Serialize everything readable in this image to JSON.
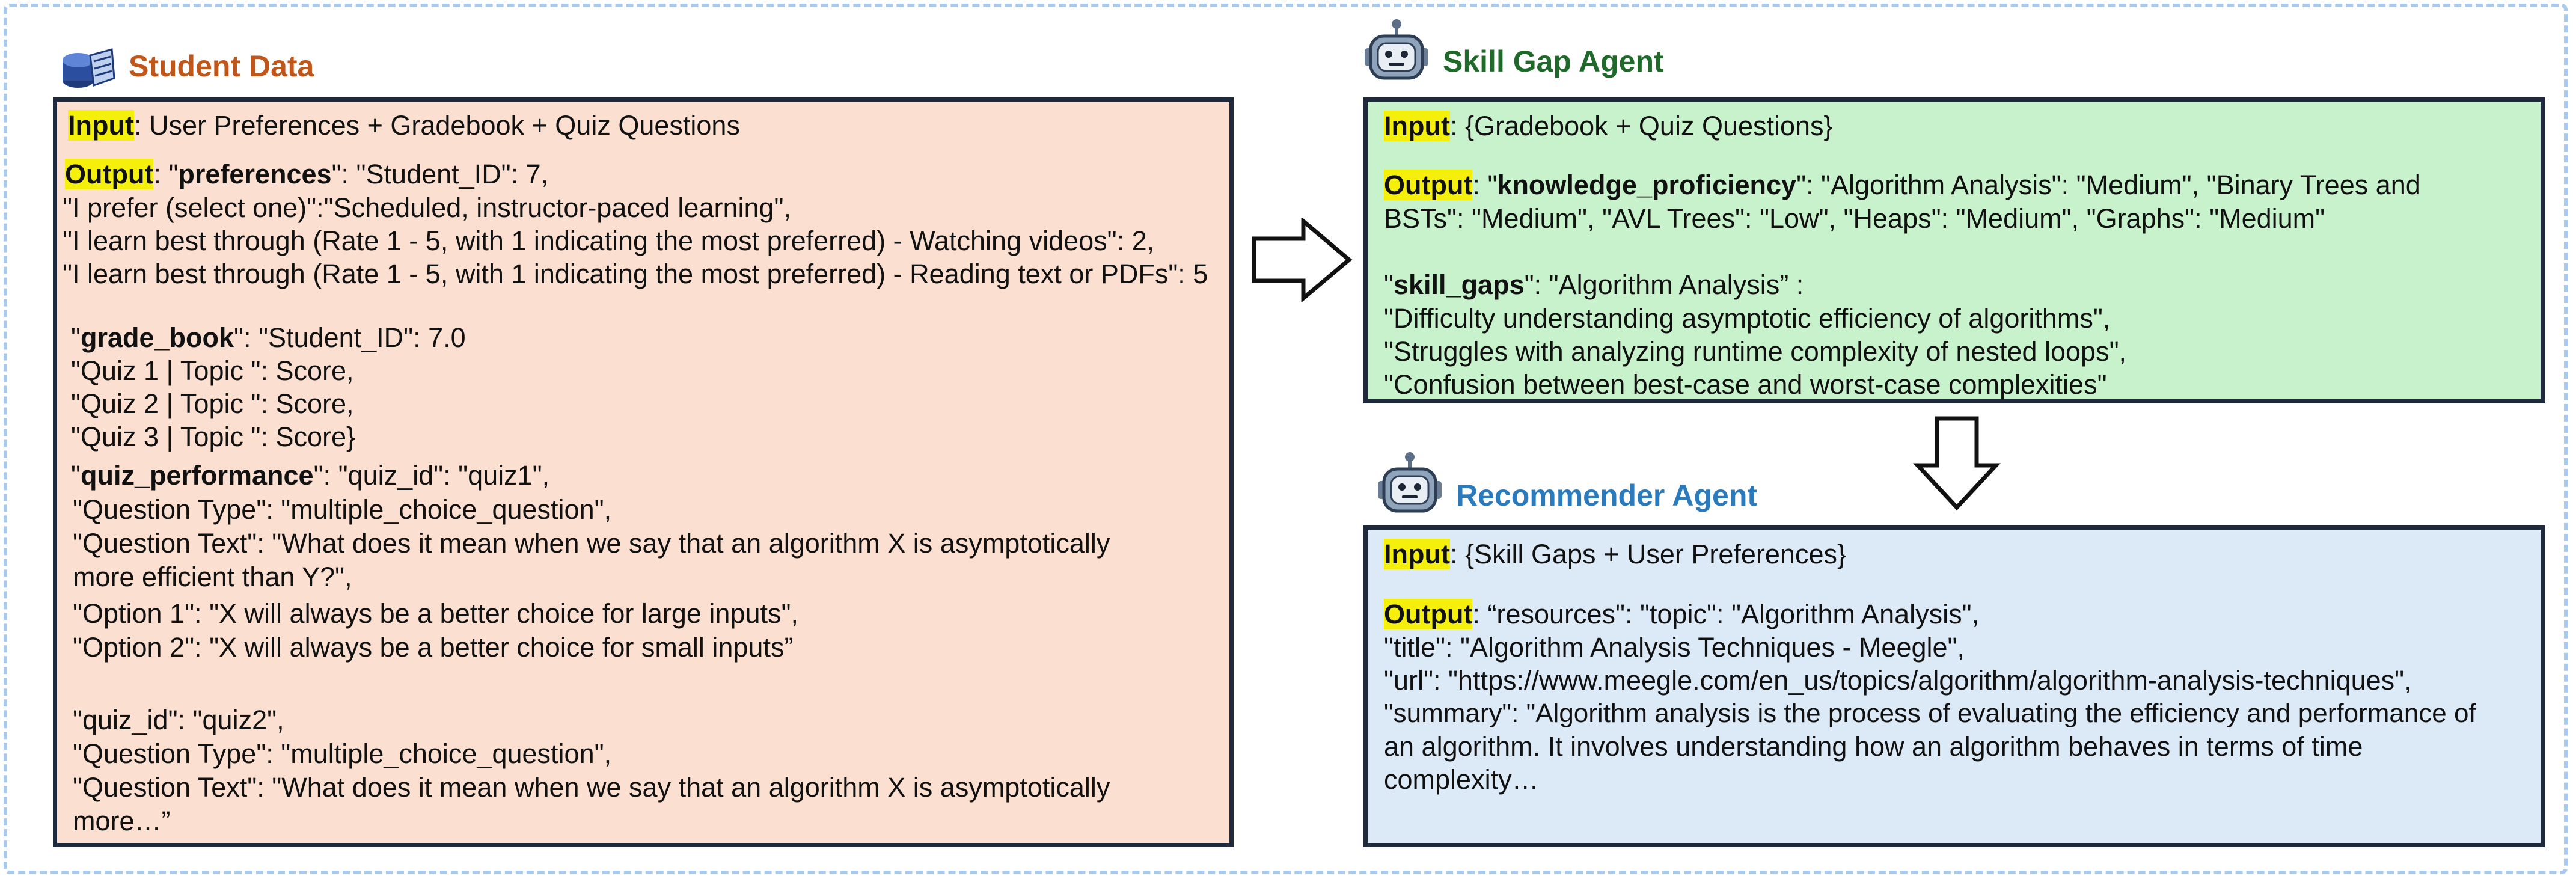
{
  "student": {
    "title": "Student Data",
    "input_label": "Input",
    "input_text": ": User Preferences + Gradebook + Quiz Questions",
    "output_label": "Output",
    "pref_pre": ": \"",
    "pref_key": "preferences",
    "pref_post": "\":  \"Student_ID\": 7,",
    "lines_a": [
      "\"I prefer (select one)\":\"Scheduled, instructor-paced learning\",",
      "\"I learn best through (Rate 1 - 5, with 1 indicating the most preferred) - Watching videos\": 2,",
      "\"I learn best through (Rate 1 - 5, with 1 indicating the most preferred) - Reading text or PDFs\": 5"
    ],
    "grade_pre": "\"",
    "grade_key": "grade_book",
    "grade_post": "\": \"Student_ID\": 7.0",
    "lines_b": [
      "\"Quiz 1 | Topic \": Score,",
      "\"Quiz 2 | Topic \": Score,",
      "\"Quiz 3 | Topic \": Score}"
    ],
    "quiz_pre": "\"",
    "quiz_key": "quiz_performance",
    "quiz_post": "\": \"quiz_id\": \"quiz1\",",
    "lines_c": [
      "\"Question Type\": \"multiple_choice_question\",",
      "\"Question Text\": \"What does it mean when we say that an algorithm X is asymptotically",
      "more efficient than Y?\",",
      "\"Option 1\": \"X will always be a better choice for large inputs\",",
      "\"Option 2\": \"X will always be a better choice for small inputs”"
    ],
    "lines_d": [
      "\"quiz_id\": \"quiz2\",",
      "\"Question Type\": \"multiple_choice_question\",",
      "\"Question Text\": \"What does it mean when we say that an algorithm X is asymptotically",
      "more…”"
    ]
  },
  "skill": {
    "title": "Skill Gap Agent",
    "input_label": "Input",
    "input_text": ": {Gradebook + Quiz Questions}",
    "output_label": "Output",
    "kp_pre": ": \"",
    "kp_key": "knowledge_proficiency",
    "kp_post": "\":  \"Algorithm Analysis\": \"Medium\", \"Binary Trees and",
    "kp_line2": "BSTs\": \"Medium\", \"AVL Trees\": \"Low\", \"Heaps\": \"Medium\", \"Graphs\": \"Medium\"",
    "sg_pre": "\"",
    "sg_key": "skill_gaps",
    "sg_post": "\": \"Algorithm Analysis” :",
    "gaps": [
      "\"Difficulty understanding asymptotic efficiency of algorithms\",",
      "\"Struggles with analyzing runtime complexity of nested loops\",",
      "\"Confusion between best-case and worst-case complexities\""
    ]
  },
  "recommender": {
    "title": "Recommender Agent",
    "input_label": "Input",
    "input_text": ": {Skill Gaps + User Preferences}",
    "output_label": "Output",
    "out_first": ": “resources\":  \"topic\": \"Algorithm Analysis\",",
    "lines": [
      "\"title\": \"Algorithm Analysis Techniques - Meegle\",",
      "\"url\": \"https://www.meegle.com/en_us/topics/algorithm/algorithm-analysis-techniques\",",
      "\"summary\": \"Algorithm analysis is the process of evaluating the efficiency and performance of",
      "an algorithm. It involves understanding how an algorithm behaves in terms of time",
      "complexity…"
    ]
  },
  "colors": {
    "student_title": "#c0561a",
    "skill_title": "#1f6a2a",
    "recommender_title": "#2a7bbd",
    "student_fill": "#fbdfd0",
    "skill_fill": "#c8f2cc",
    "recommender_fill": "#dce9f7",
    "highlight": "#f4f00b"
  },
  "icons": [
    "database-icon",
    "robot-icon",
    "robot-icon",
    "arrow-right",
    "arrow-down"
  ]
}
